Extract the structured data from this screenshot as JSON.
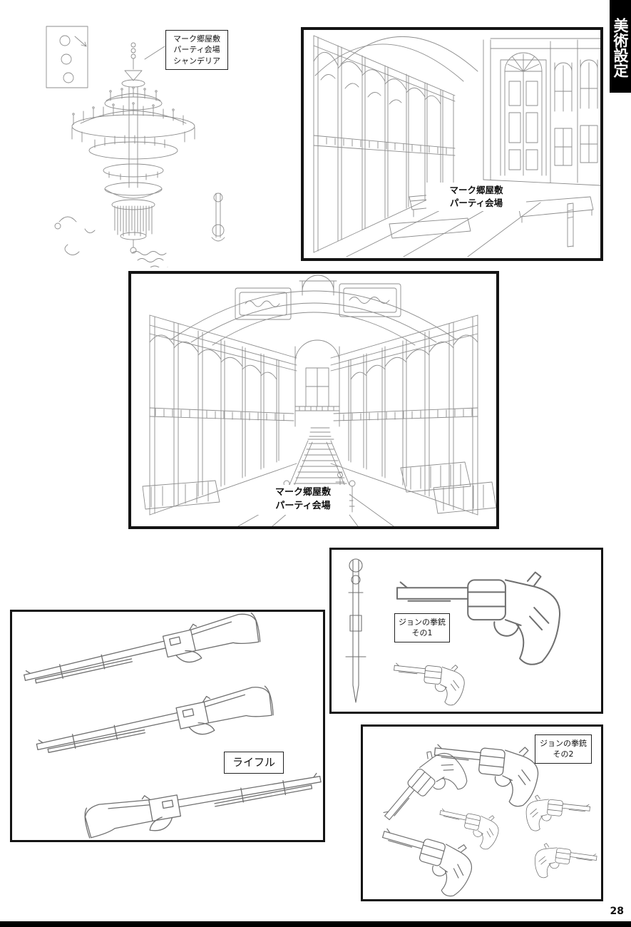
{
  "header": {
    "art_setting_title": "美術設定"
  },
  "footer": {
    "page_number": "28"
  },
  "panels": {
    "chandelier": {
      "label_line1": "マーク郷屋敷",
      "label_line2": "パーティ会場",
      "label_line3": "シャンデリア"
    },
    "hall_top": {
      "label_line1": "マーク郷屋敷",
      "label_line2": "パーティ会場"
    },
    "hall_main": {
      "label_line1": "マーク郷屋敷",
      "label_line2": "パーティ会場"
    },
    "john_pistols_1": {
      "label_line1": "ジョンの拳銃",
      "label_line2": "その1"
    },
    "rifles": {
      "label": "ライフル"
    },
    "john_pistols_2": {
      "label_line1": "ジョンの拳銃",
      "label_line2": "その2"
    }
  },
  "colors": {
    "frame": "#141414",
    "pencil": "#8d8d8d",
    "pencil_dark": "#6f6f6f",
    "banner_bg": "#000000",
    "banner_text": "#ffffff"
  }
}
